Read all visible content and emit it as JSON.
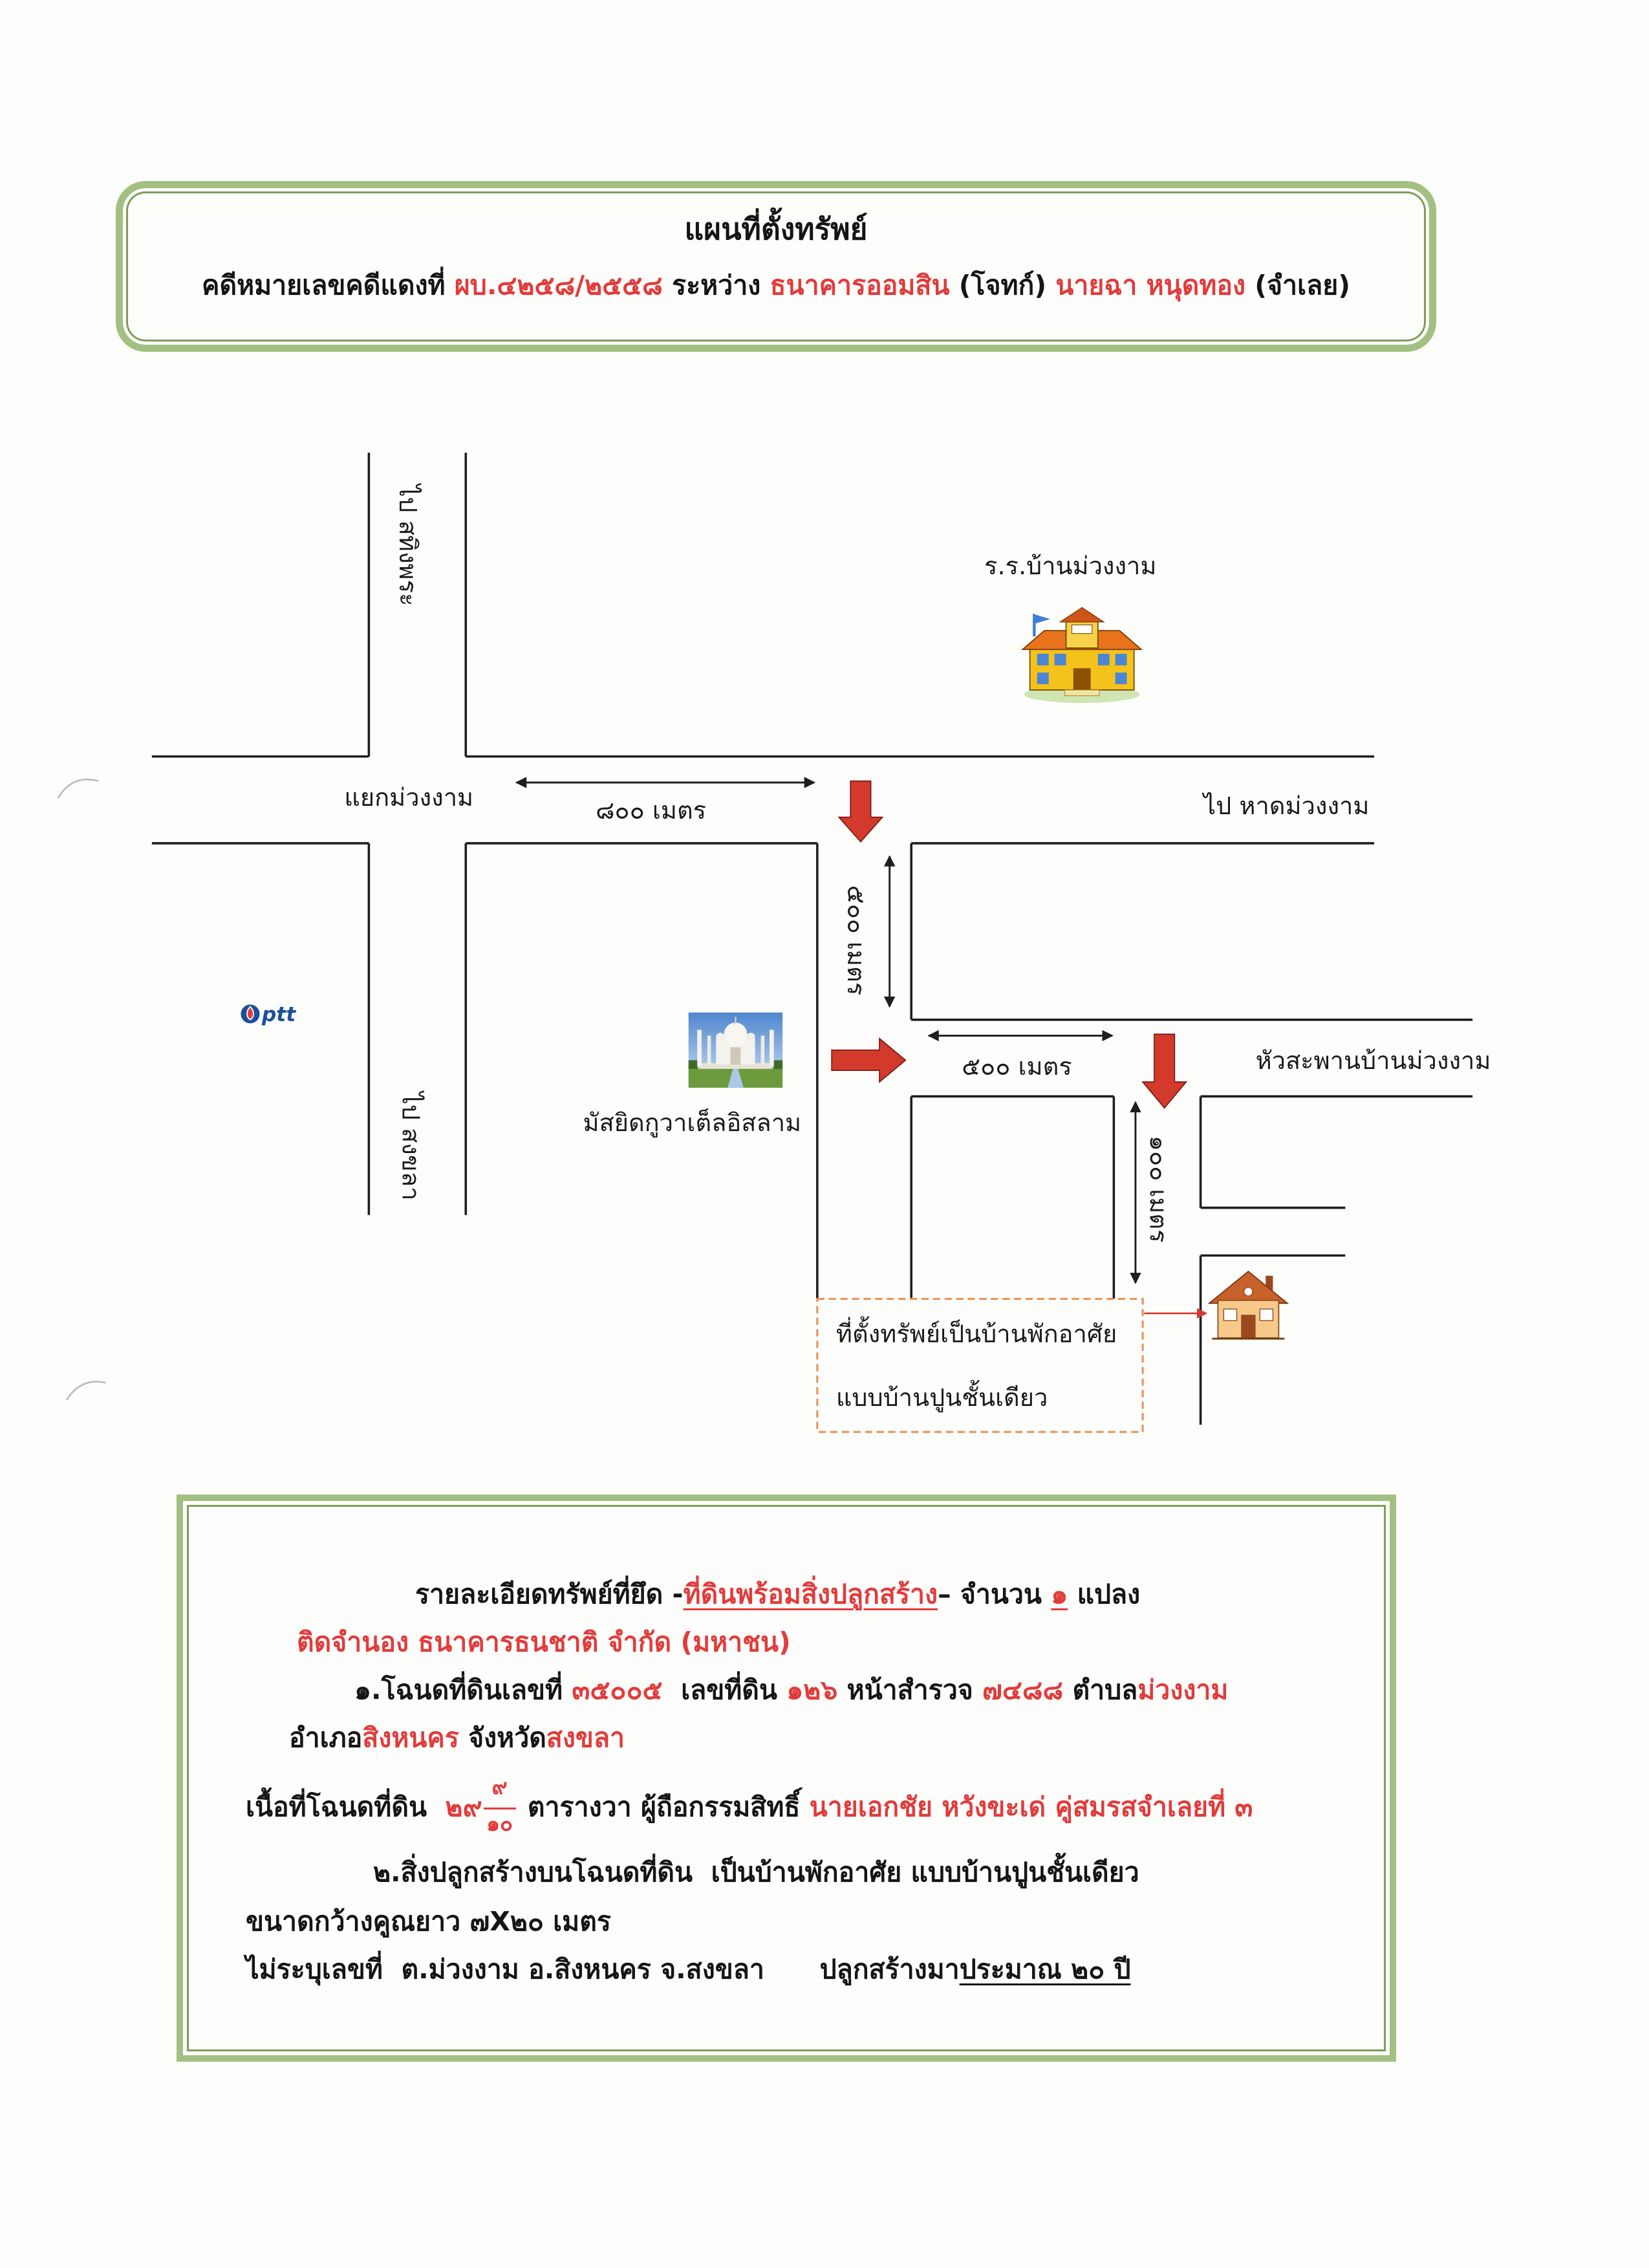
{
  "header": {
    "title": "แผนที่ตั้งทรัพย์",
    "case_label": "คดีหมายเลขคดีแดงที่",
    "case_number": "ผบ.๔๒๕๘/๒๕๕๘",
    "between": "ระหว่าง",
    "plaintiff": "ธนาคารออมสิน",
    "plaintiff_role": "(โจทก์)",
    "defendant": "นายฉา หนุดทอง",
    "defendant_role": "(จำเลย)"
  },
  "map": {
    "to_sathing_phra": "ไป สทิงพระ",
    "school": "ร.ร.บ้านม่วงงาม",
    "junction": "แยกม่วงงาม",
    "distance_junction": "๘๐๐ เมตร",
    "to_beach": "ไป หาดม่วงงาม",
    "distance_side_road": "๕๐๐ เมตร",
    "ptt_logo_text": "ptt",
    "mosque": "มัสยิดกูวาเต็ลอิสลาม",
    "distance_second_road": "๕๐๐ เมตร",
    "bridge_head": "หัวสะพานบ้านม่วงงาม",
    "to_songkhla": "ไป สงขลา",
    "distance_last_lane": "๑๐๐ เมตร",
    "property_note_line1": "ที่ตั้งทรัพย์เป็นบ้านพักอาศัย",
    "property_note_line2": "แบบบ้านปูนชั้นเดียว",
    "icons": {
      "school": "school-icon",
      "fuel_station": "ptt-logo",
      "mosque": "mosque-picture",
      "property": "house-icon",
      "direction": "red-arrow-icon"
    }
  },
  "colors": {
    "road": "#1e1e1e",
    "direction_arrow": "#d33a2c",
    "frame_green": "#a2c081",
    "callout_border": "#e8945a",
    "highlight_text": "#e23b3b"
  },
  "details": {
    "seized_heading": "รายละเอียดทรัพย์ที่ยึด -",
    "seized_type": "ที่ดินพร้อมสิ่งปลูกสร้าง",
    "count_label": "– จำนวน",
    "count_value": "๑",
    "count_unit": "แปลง",
    "mortgage": "ติดจำนอง ธนาคารธนชาติ จำกัด (มหาชน)",
    "deed": {
      "label": "๑.โฉนดที่ดินเลขที่",
      "deed_no": "๓๕๐๐๕",
      "parcel_label": "เลขที่ดิน",
      "parcel_no": "๑๒๖",
      "survey_label": "หน้าสำรวจ",
      "survey_no": "๗๔๘๘",
      "subdistrict_label": "ตำบล",
      "subdistrict": "ม่วงงาม",
      "district_label": "อำเภอ",
      "district": "สิงหนคร",
      "province_label": "จังหวัด",
      "province": "สงขลา"
    },
    "area": {
      "label": "เนื้อที่โฉนดที่ดิน",
      "whole": "๒๙",
      "numerator": "๙",
      "denominator": "๑๐",
      "unit": "ตารางวา",
      "owner_label": "ผู้ถือกรรมสิทธิ์",
      "owner": "นายเอกชัย หวังขะเด่ คู่สมรสจำเลยที่ ๓"
    },
    "building": {
      "description": "๒.สิ่งปลูกสร้างบนโฉนดที่ดิน  เป็นบ้านพักอาศัย แบบบ้านปูนชั้นเดียว",
      "size": "ขนาดกว้างคูณยาว ๗X๒๐ เมตร",
      "address": "ไม่ระบุเลขที่  ต.ม่วงงาม อ.สิงหนคร จ.สงขลา",
      "age_label": "ปลูกสร้างมา",
      "age": "ประมาณ ๒๐ ปี"
    }
  }
}
